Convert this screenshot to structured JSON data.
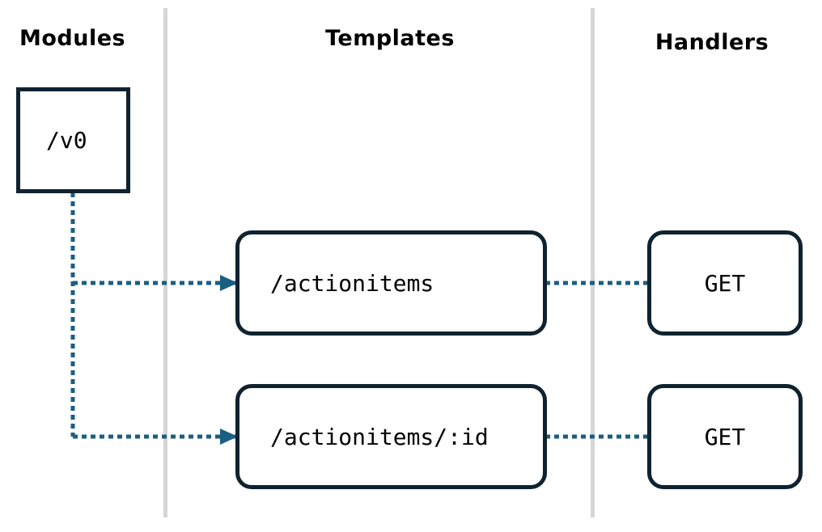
{
  "columns": {
    "modules": "Modules",
    "templates": "Templates",
    "handlers": "Handlers"
  },
  "module": {
    "label": "/v0"
  },
  "templates": [
    {
      "label": "/actionitems"
    },
    {
      "label": "/actionitems/:id"
    }
  ],
  "handlers": [
    {
      "label": "GET"
    },
    {
      "label": "GET"
    }
  ],
  "colors": {
    "connector": "#1b5f80",
    "node_border": "#0f2230",
    "divider": "#d6d6d6"
  }
}
